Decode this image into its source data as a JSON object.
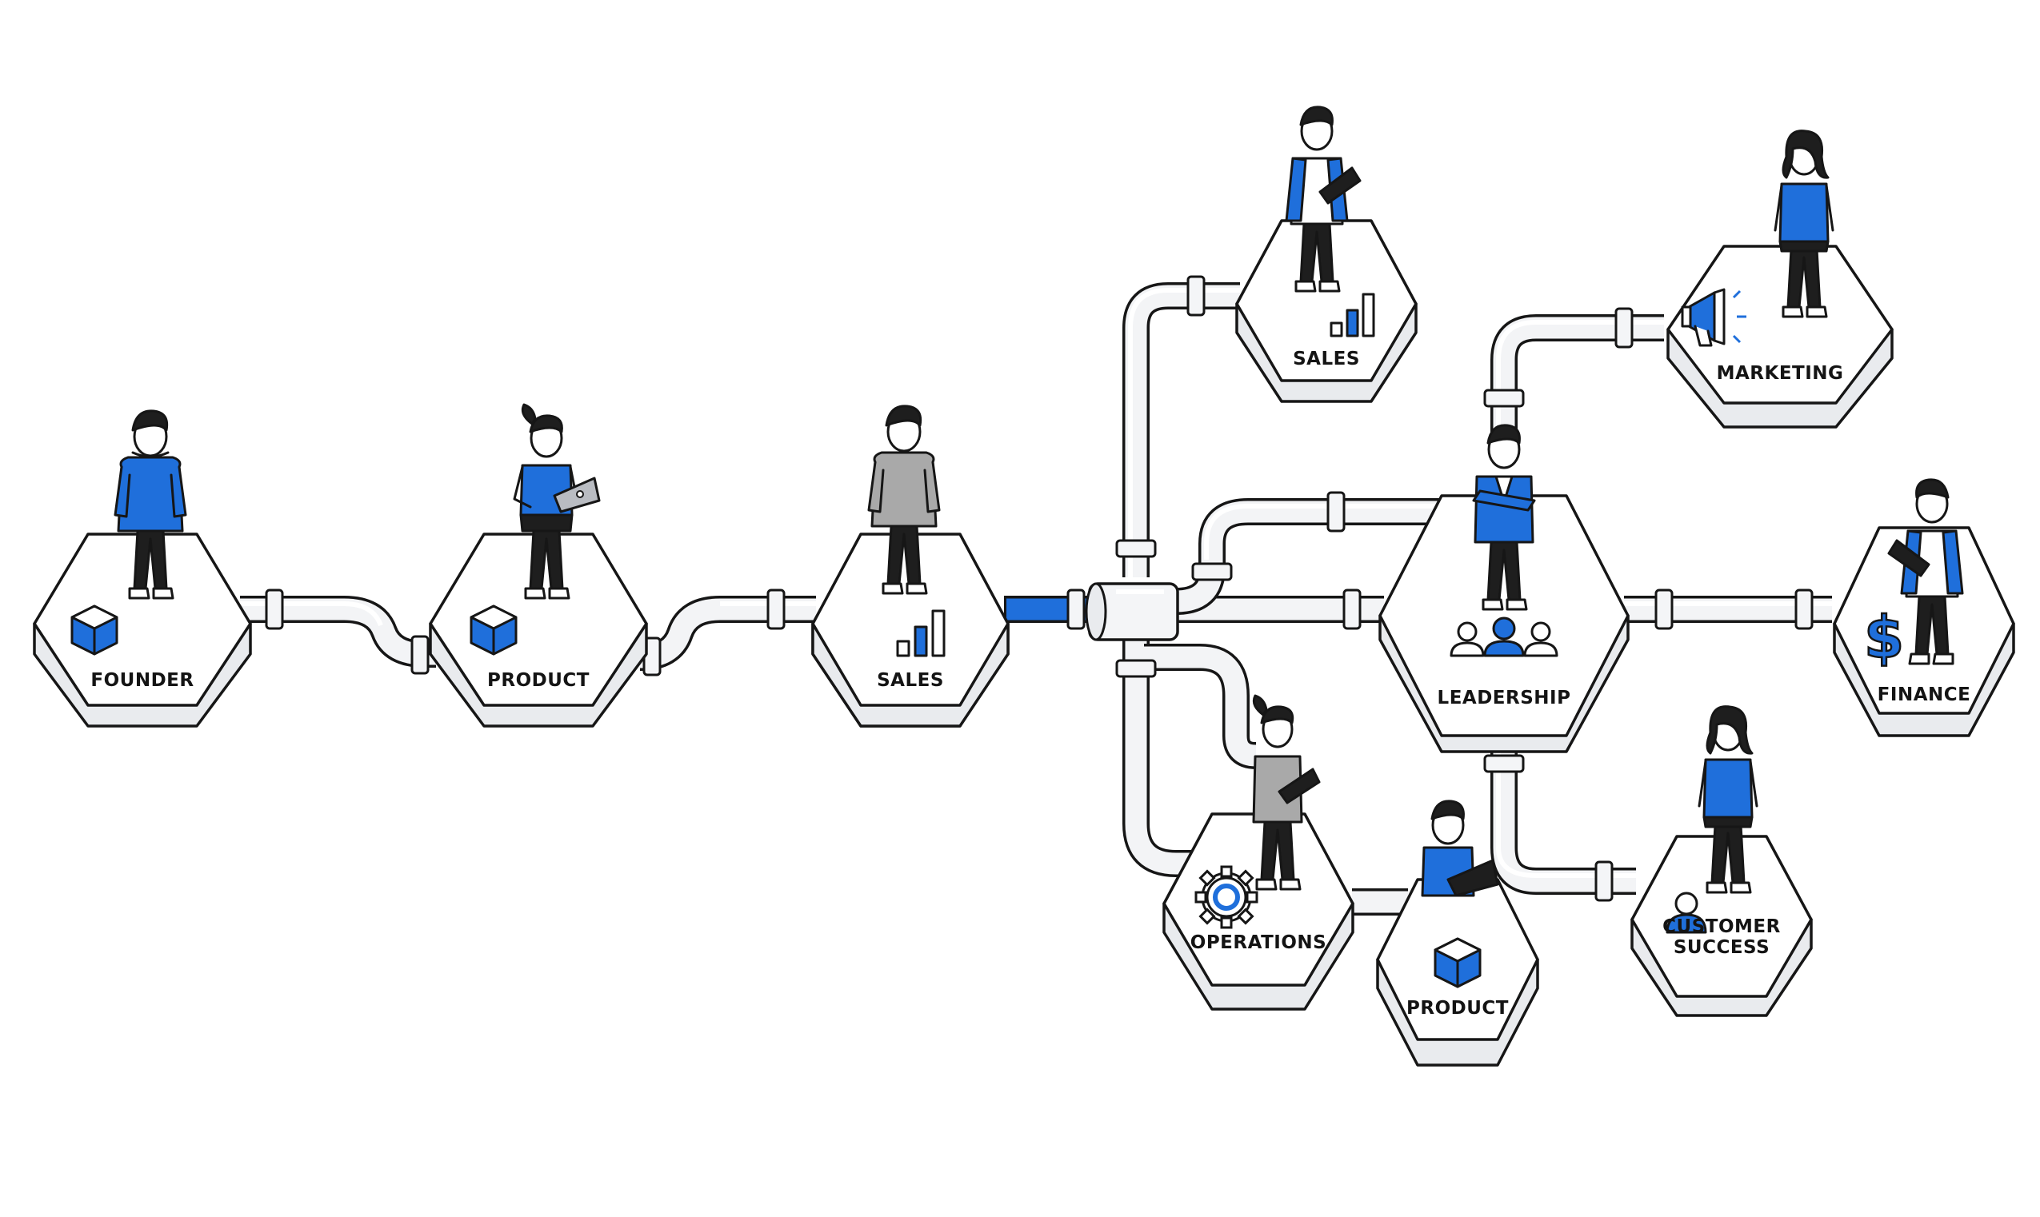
{
  "diagram": {
    "nodes": [
      {
        "id": "founder",
        "label": "FOUNDER",
        "icon": "cube-icon",
        "person": "person-blue-hoodie"
      },
      {
        "id": "product-1",
        "label": "PRODUCT",
        "icon": "cube-icon",
        "person": "person-with-laptop"
      },
      {
        "id": "sales-1",
        "label": "SALES",
        "icon": "bar-chart-icon",
        "person": "person-gray-hoodie"
      },
      {
        "id": "sales-2",
        "label": "SALES",
        "icon": "bar-chart-icon",
        "person": "person-with-tablet"
      },
      {
        "id": "marketing",
        "label": "MARKETING",
        "icon": "megaphone-icon",
        "person": "person-blue-top"
      },
      {
        "id": "leadership",
        "label": "LEADERSHIP",
        "icon": "team-icon",
        "person": "person-arms-crossed"
      },
      {
        "id": "finance",
        "label": "FINANCE",
        "icon": "dollar-icon",
        "person": "person-with-tablet"
      },
      {
        "id": "operations",
        "label": "OPERATIONS",
        "icon": "gear-icon",
        "person": "person-with-tablet"
      },
      {
        "id": "product-2",
        "label": "PRODUCT",
        "icon": "cube-icon",
        "person": "person-with-laptop"
      },
      {
        "id": "customer-success",
        "label_lines": [
          "CUSTOMER",
          "SUCCESS"
        ],
        "icon": "user-icon",
        "person": "person-waving"
      }
    ],
    "connections": [
      {
        "from": "founder",
        "to": "product-1"
      },
      {
        "from": "product-1",
        "to": "sales-1"
      },
      {
        "from": "sales-1",
        "to": "junction",
        "highlight": true
      },
      {
        "from": "junction",
        "to": "sales-2"
      },
      {
        "from": "junction",
        "to": "leadership"
      },
      {
        "from": "junction",
        "to": "operations"
      },
      {
        "from": "leadership",
        "to": "marketing"
      },
      {
        "from": "leadership",
        "to": "finance"
      },
      {
        "from": "leadership",
        "to": "customer-success"
      },
      {
        "from": "operations",
        "to": "product-2"
      }
    ]
  },
  "colors": {
    "accent": "#1f6fdb",
    "ink": "#161616",
    "pipe": "#f3f4f6",
    "hex_side": "#e9ebee",
    "gray_hoodie": "#a9a9a9"
  }
}
